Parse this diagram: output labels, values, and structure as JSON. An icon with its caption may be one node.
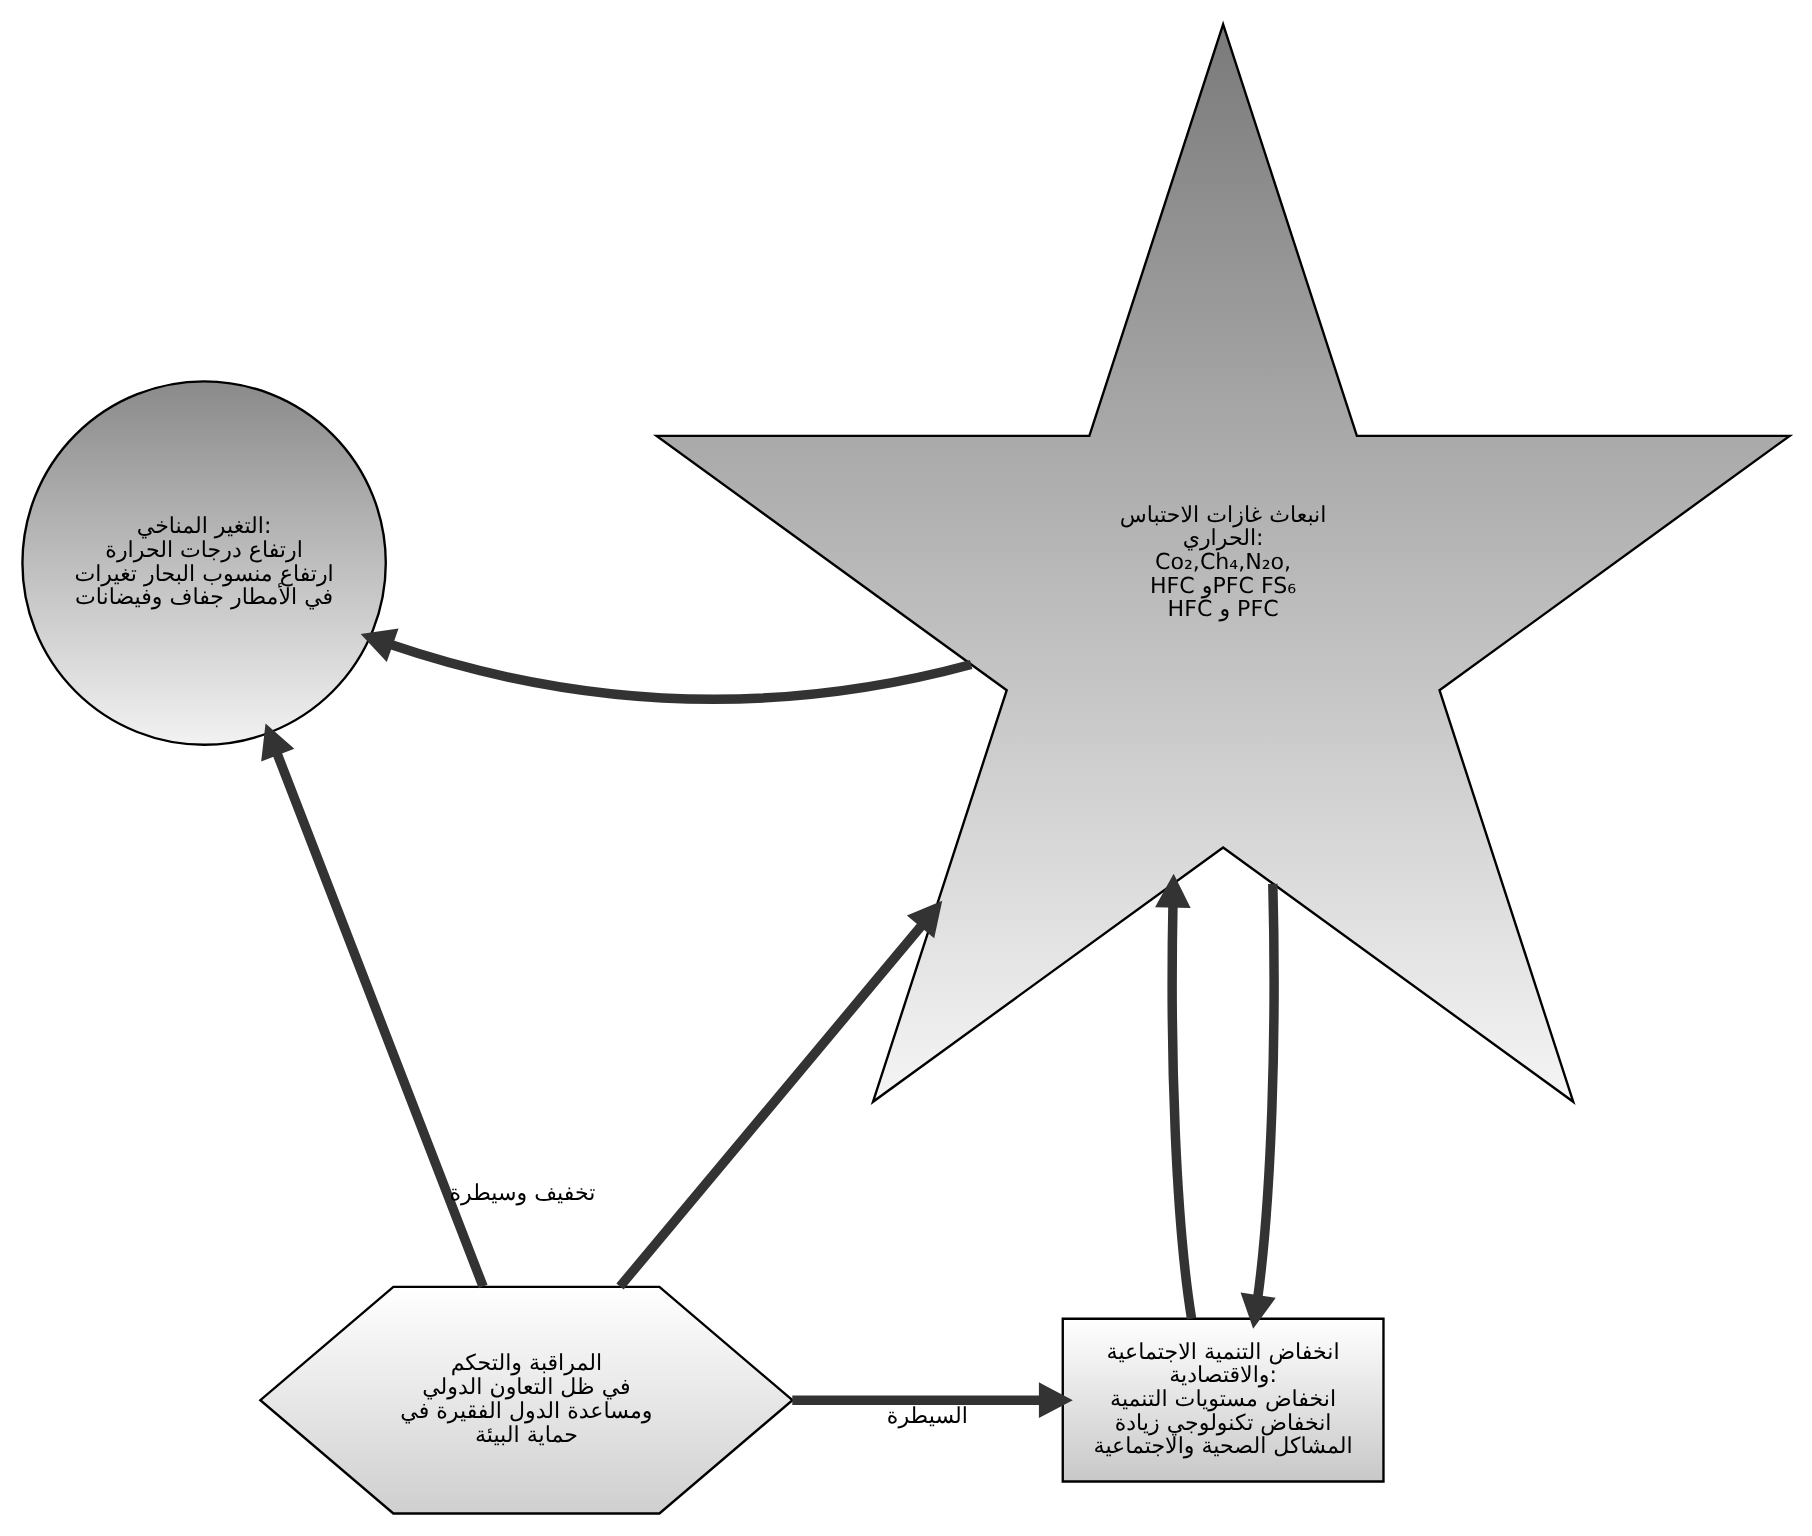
{
  "diagram": {
    "nodes": [
      {
        "text": [
          "التغير المناخي:",
          "ارتفاع درجات الحرارة ارتفاع منسوب البحار تغيرات في الأمطار جفاف وفيضانات"
        ]
      },
      {
        "text": [
          "انبعاث غازات الاحتباس الحراري:",
          "Co₂,Ch₄,N₂o,",
          "HFC وPFC FS₆",
          "HFC و PFC"
        ]
      },
      {
        "text": [
          "المراقبة والتحكم",
          "في ظل التعاون الدولي ومساعدة الدول الفقيرة في حماية البيئة"
        ]
      },
      {
        "text": [
          "انخفاض التنمية الاجتماعية والاقتصادية:",
          "انخفاض مستويات التنمية انخفاض تكنولوجي زيادة المشاكل الصحية والاجتماعية"
        ]
      }
    ],
    "edges": [
      {
        "from": 1,
        "to": 0,
        "arrow": "to"
      },
      {
        "from": 2,
        "to": 0,
        "arrow": "to",
        "label": "تخفيف وسيطرة"
      },
      {
        "from": 2,
        "to": 1,
        "arrow": "to"
      },
      {
        "from": 1,
        "to": 3,
        "arrow": "to"
      },
      {
        "from": 3,
        "to": 1,
        "arrow": "to"
      },
      {
        "from": 2,
        "to": 3,
        "arrow": "to",
        "label": "السيطرة"
      }
    ]
  }
}
